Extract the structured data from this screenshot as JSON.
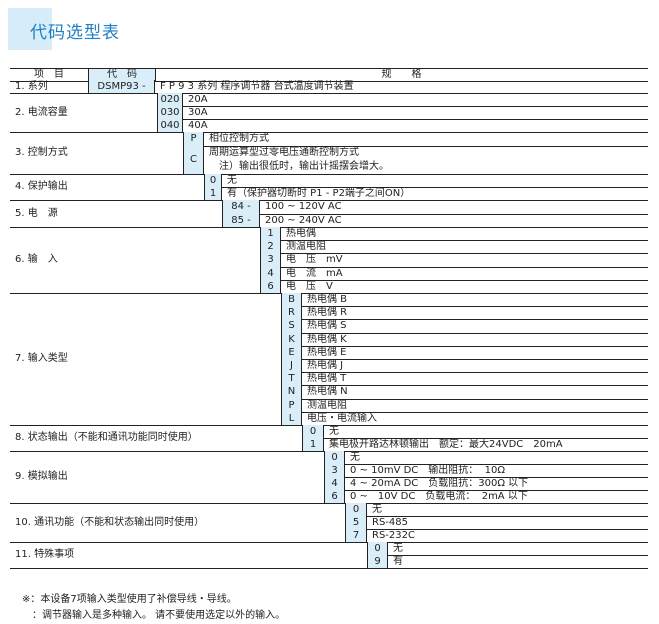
{
  "title": "代码选型表",
  "header": {
    "item": "项　目",
    "code": "代　码",
    "spec": "规　　格"
  },
  "groups": [
    {
      "label": "1. 系列",
      "options": [
        {
          "code": "DSMP93 -",
          "desc": "F P 9 3 系列 程序调节器 台式温度调节装置"
        }
      ]
    },
    {
      "label": "2. 电流容量",
      "options": [
        {
          "code": "020",
          "desc": "20A"
        },
        {
          "code": "030",
          "desc": "30A"
        },
        {
          "code": "040",
          "desc": "40A"
        }
      ]
    },
    {
      "label": "3. 控制方式",
      "options": [
        {
          "code": "P",
          "desc": "相位控制方式"
        },
        {
          "code": "C",
          "desc": "周期运算型过零电压通断控制方式\n　注）输出很低时，输出计摇摆会增大。"
        }
      ]
    },
    {
      "label": "4. 保护输出",
      "options": [
        {
          "code": "0",
          "desc": "无"
        },
        {
          "code": "1",
          "desc": "有（保护器切断时 P1 - P2端子之间ON）"
        }
      ]
    },
    {
      "label": "5. 电　源",
      "options": [
        {
          "code": "84 -",
          "desc": "100 ~ 120V AC"
        },
        {
          "code": "85 -",
          "desc": "200 ~ 240V AC"
        }
      ]
    },
    {
      "label": "6. 输　入",
      "options": [
        {
          "code": "1",
          "desc": "热电偶"
        },
        {
          "code": "2",
          "desc": "测温电阻"
        },
        {
          "code": "3",
          "desc": "电　压　mV"
        },
        {
          "code": "4",
          "desc": "电　流　mA"
        },
        {
          "code": "6",
          "desc": "电　压　V"
        }
      ]
    },
    {
      "label": "7. 输入类型",
      "options": [
        {
          "code": "B",
          "desc": "热电偶 B"
        },
        {
          "code": "R",
          "desc": "热电偶 R"
        },
        {
          "code": "S",
          "desc": "热电偶 S"
        },
        {
          "code": "K",
          "desc": "热电偶 K"
        },
        {
          "code": "E",
          "desc": "热电偶 E"
        },
        {
          "code": "J",
          "desc": "热电偶 J"
        },
        {
          "code": "T",
          "desc": "热电偶 T"
        },
        {
          "code": "N",
          "desc": "热电偶 N"
        },
        {
          "code": "P",
          "desc": "测温电阻"
        },
        {
          "code": "L",
          "desc": "电压・电流输入"
        }
      ]
    },
    {
      "label": "8. 状态输出（不能和通讯功能同时使用）",
      "options": [
        {
          "code": "0",
          "desc": "无"
        },
        {
          "code": "1",
          "desc": "集电极开路达林顿输出　额定：最大24VDC　20mA"
        }
      ]
    },
    {
      "label": "9. 模拟输出",
      "options": [
        {
          "code": "0",
          "desc": "无"
        },
        {
          "code": "3",
          "desc": "0 ~ 10mV DC　输出阻抗：  10Ω"
        },
        {
          "code": "4",
          "desc": "4 ~ 20mA DC　负载阻抗：300Ω 以下"
        },
        {
          "code": "6",
          "desc": "0 ~　10V DC　负载电流：  2mA 以下"
        }
      ]
    },
    {
      "label": "10. 通讯功能（不能和状态输出同时使用）",
      "options": [
        {
          "code": "0",
          "desc": "无"
        },
        {
          "code": "5",
          "desc": "RS-485"
        },
        {
          "code": "7",
          "desc": "RS-232C"
        }
      ]
    },
    {
      "label": "11. 特殊事项",
      "options": [
        {
          "code": "0",
          "desc": "无"
        },
        {
          "code": "9",
          "desc": "有"
        }
      ]
    }
  ],
  "notes": [
    "※：本设备7项输入类型使用了补偿导线・导线。",
    "　：调节器输入是多种输入。 请不要使用选定以外的输入。"
  ]
}
